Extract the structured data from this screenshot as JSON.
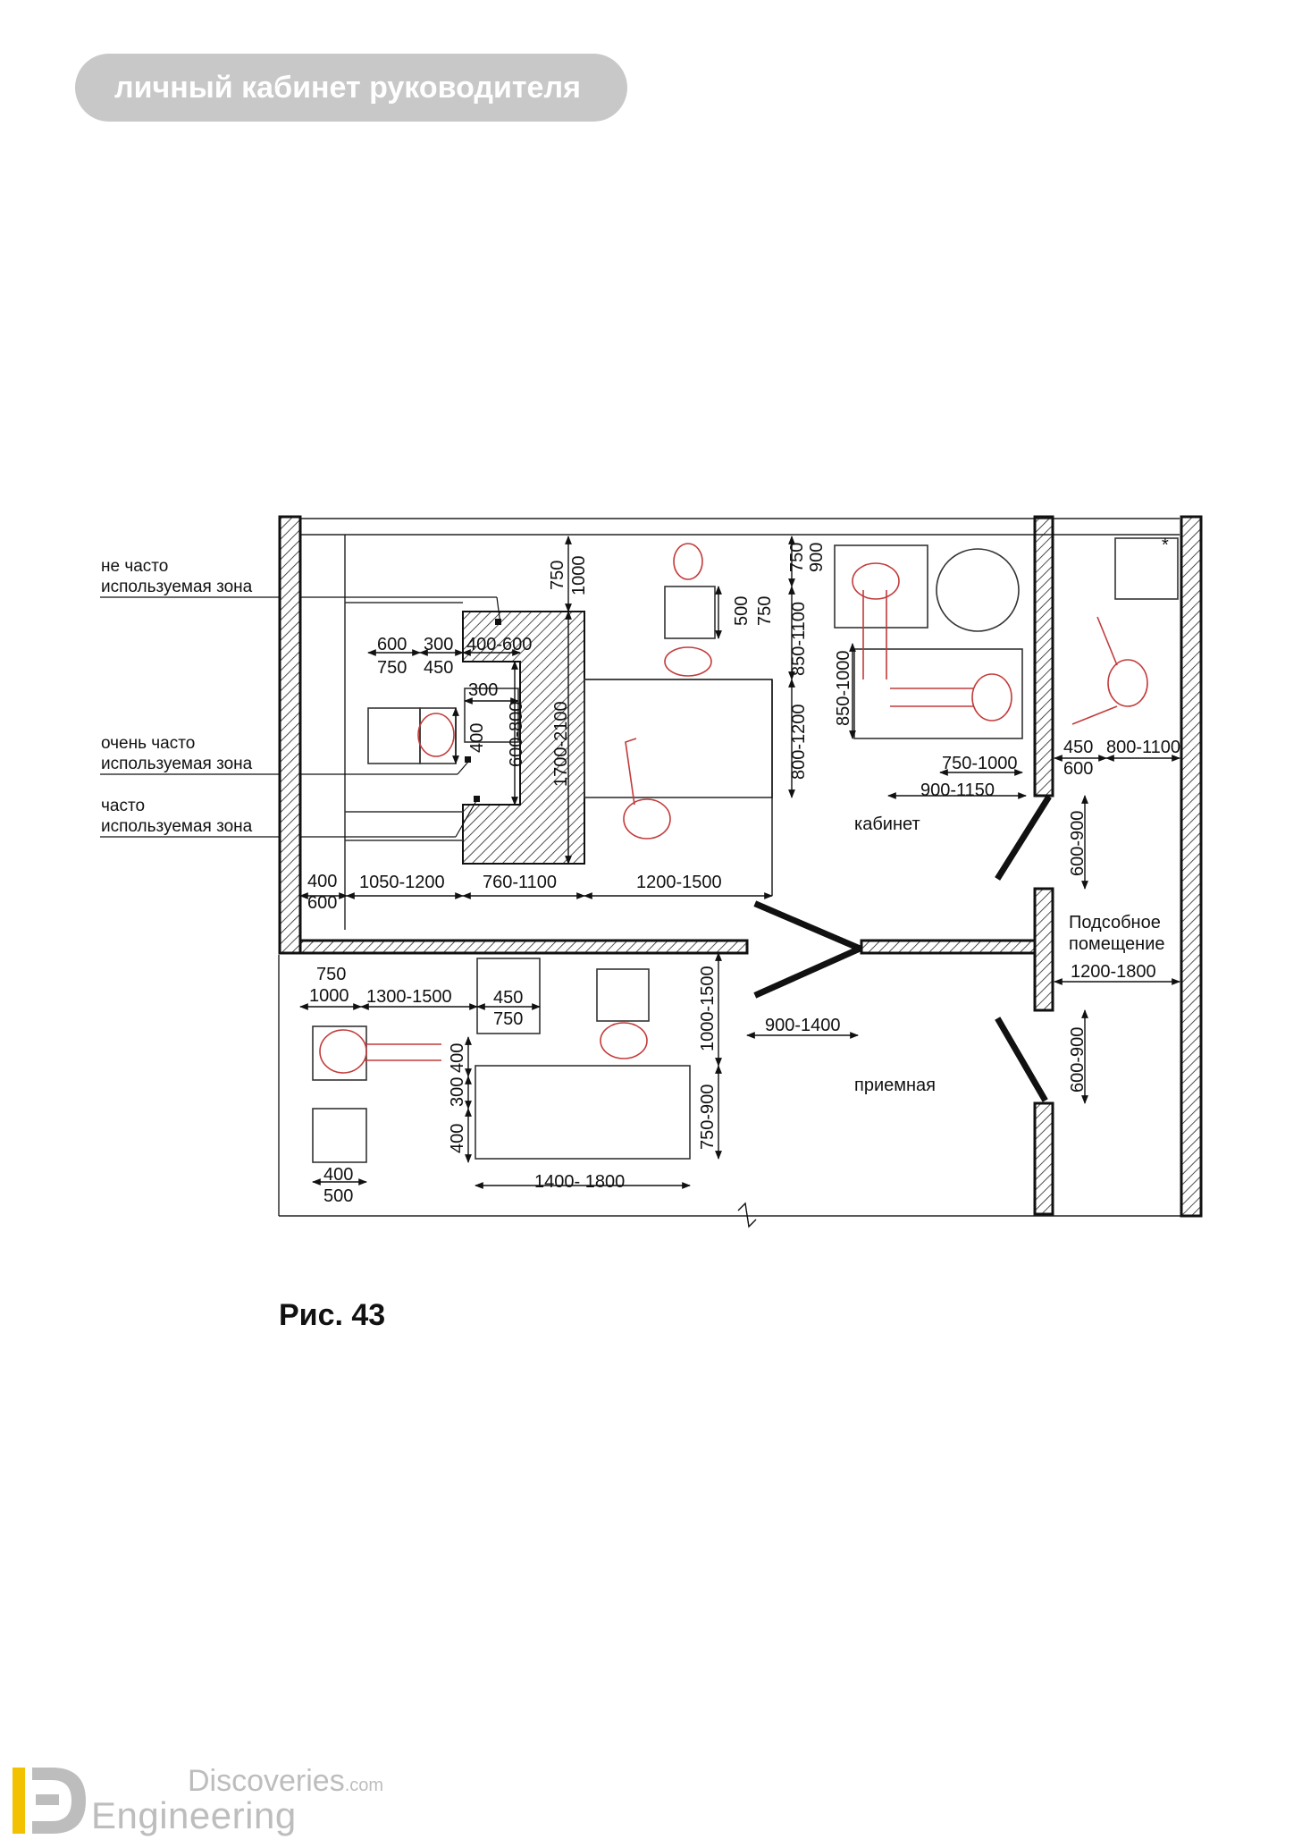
{
  "header": {
    "title": "личный кабинет руководителя"
  },
  "caption": "Рис. 43",
  "zones": {
    "rare": [
      "не часто",
      "используемая зона"
    ],
    "very_frequent": [
      "очень часто",
      "используемая зона"
    ],
    "frequent": [
      "часто",
      "используемая зона"
    ]
  },
  "rooms": {
    "office": "кабинет",
    "utility": [
      "Подсобное",
      "помещение"
    ],
    "reception": "приемная"
  },
  "dims": {
    "d750_1000_top": [
      "750",
      "1000"
    ],
    "d600_750": [
      "600",
      "750"
    ],
    "d300_450": [
      "300",
      "450"
    ],
    "d400_600_desk": "400-600",
    "d300_small": "300",
    "d400_small": "400",
    "d600_800": "600-800",
    "d1700_2100": "1700-2100",
    "d500_750": [
      "500",
      "750"
    ],
    "d750_900": [
      "750",
      "900"
    ],
    "d850_1100": "850-1100",
    "d800_1200": "800-1200",
    "d850_1000": "850-1000",
    "d750_1000_arm": "750-1000",
    "d900_1150": "900-1150",
    "d450_600": [
      "450",
      "600"
    ],
    "d800_1100": "800-1100",
    "d400_600_left": [
      "400",
      "600"
    ],
    "d1050_1200": "1050-1200",
    "d760_1100": "760-1100",
    "d1200_1500": "1200-1500",
    "d600_900_a": "600-900",
    "d1200_1800": "1200-1800",
    "d750_1000_rec": [
      "750",
      "1000"
    ],
    "d1300_1500": "1300-1500",
    "d450_750_rec": [
      "450",
      "750"
    ],
    "d1000_1500": "1000-1500",
    "d900_1400": "900-1400",
    "d400_a": "400",
    "d300_b": "300",
    "d400_c": "400",
    "d750_900_rec": "750-900",
    "d400_500": [
      "400",
      "500"
    ],
    "d1400_1800": "1400- 1800",
    "d600_900_b": "600-900"
  },
  "logo": {
    "brand": "Discoveries",
    "suffix": ".com",
    "sub": "Engineering"
  }
}
